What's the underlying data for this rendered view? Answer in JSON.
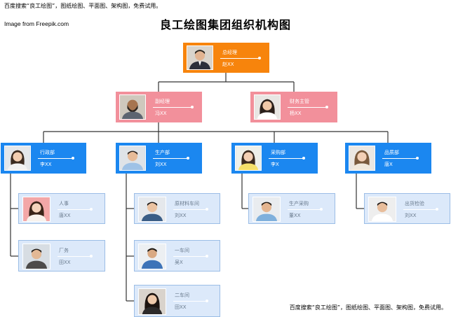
{
  "header": {
    "top_note": "百度搜索“良工绘图”，图纸绘图、平面图、架构图，免费试用。",
    "credit": "Image from Freepik.com",
    "title": "良工绘图集团组织机构图"
  },
  "footer": {
    "note": "百度搜索“良工绘图”，图纸绘图、平面图、架构图，免费试用。"
  },
  "colors": {
    "ceo": "#f7840c",
    "vice": "#f2909b",
    "dept": "#1b87f0",
    "sub": "#dce9fa"
  },
  "org": {
    "ceo": {
      "role": "总经理",
      "name": "赵XX"
    },
    "vp1": {
      "role": "副经理",
      "name": "冯XX"
    },
    "vp2": {
      "role": "财务主管",
      "name": "杨XX"
    },
    "d1": {
      "role": "行政部",
      "name": "李XX"
    },
    "d2": {
      "role": "生产部",
      "name": "刘XX"
    },
    "d3": {
      "role": "采购部",
      "name": "李X"
    },
    "d4": {
      "role": "品质部",
      "name": "唐X"
    },
    "s1": {
      "role": "人事",
      "name": "唐XX"
    },
    "s2": {
      "role": "厂务",
      "name": "田XX"
    },
    "s3": {
      "role": "原材料车间",
      "name": "刘XX"
    },
    "s4": {
      "role": "一车间",
      "name": "吴X"
    },
    "s5": {
      "role": "二车间",
      "name": "田XX"
    },
    "s6": {
      "role": "生产采购",
      "name": "董XX"
    },
    "s7": {
      "role": "出货检验",
      "name": "刘XX"
    }
  }
}
